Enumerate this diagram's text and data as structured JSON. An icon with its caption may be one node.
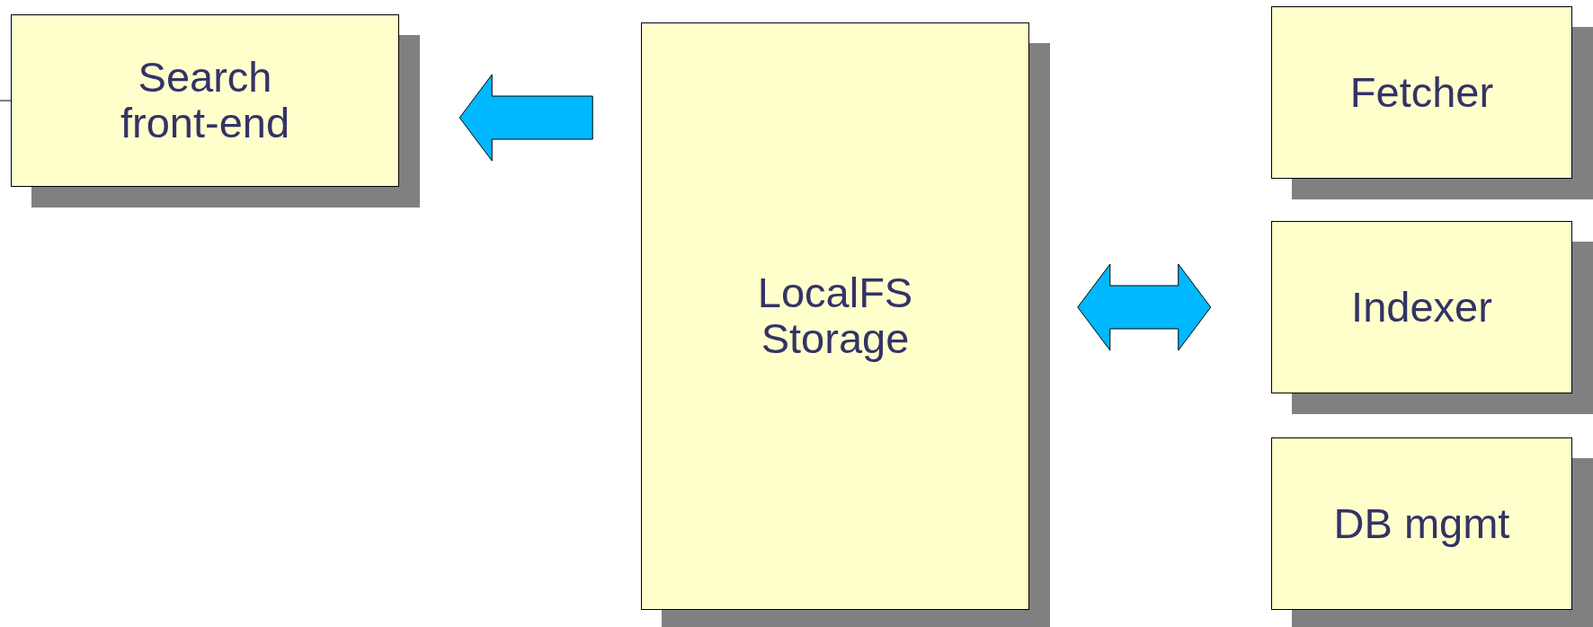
{
  "diagram": {
    "nodes": [
      {
        "text": [
          "Search front-end"
        ]
      },
      {
        "text": [
          "LocalFS Storage"
        ]
      },
      {
        "text": [
          "Fetcher"
        ]
      },
      {
        "text": [
          "Indexer"
        ]
      },
      {
        "text": [
          "DB mgmt"
        ]
      }
    ],
    "edges": [
      {
        "from": null,
        "to": 0,
        "arrow": "none"
      },
      {
        "from": 1,
        "to": 0,
        "arrow": "to"
      },
      {
        "from": 1,
        "to": 3,
        "arrow": "both"
      }
    ]
  }
}
